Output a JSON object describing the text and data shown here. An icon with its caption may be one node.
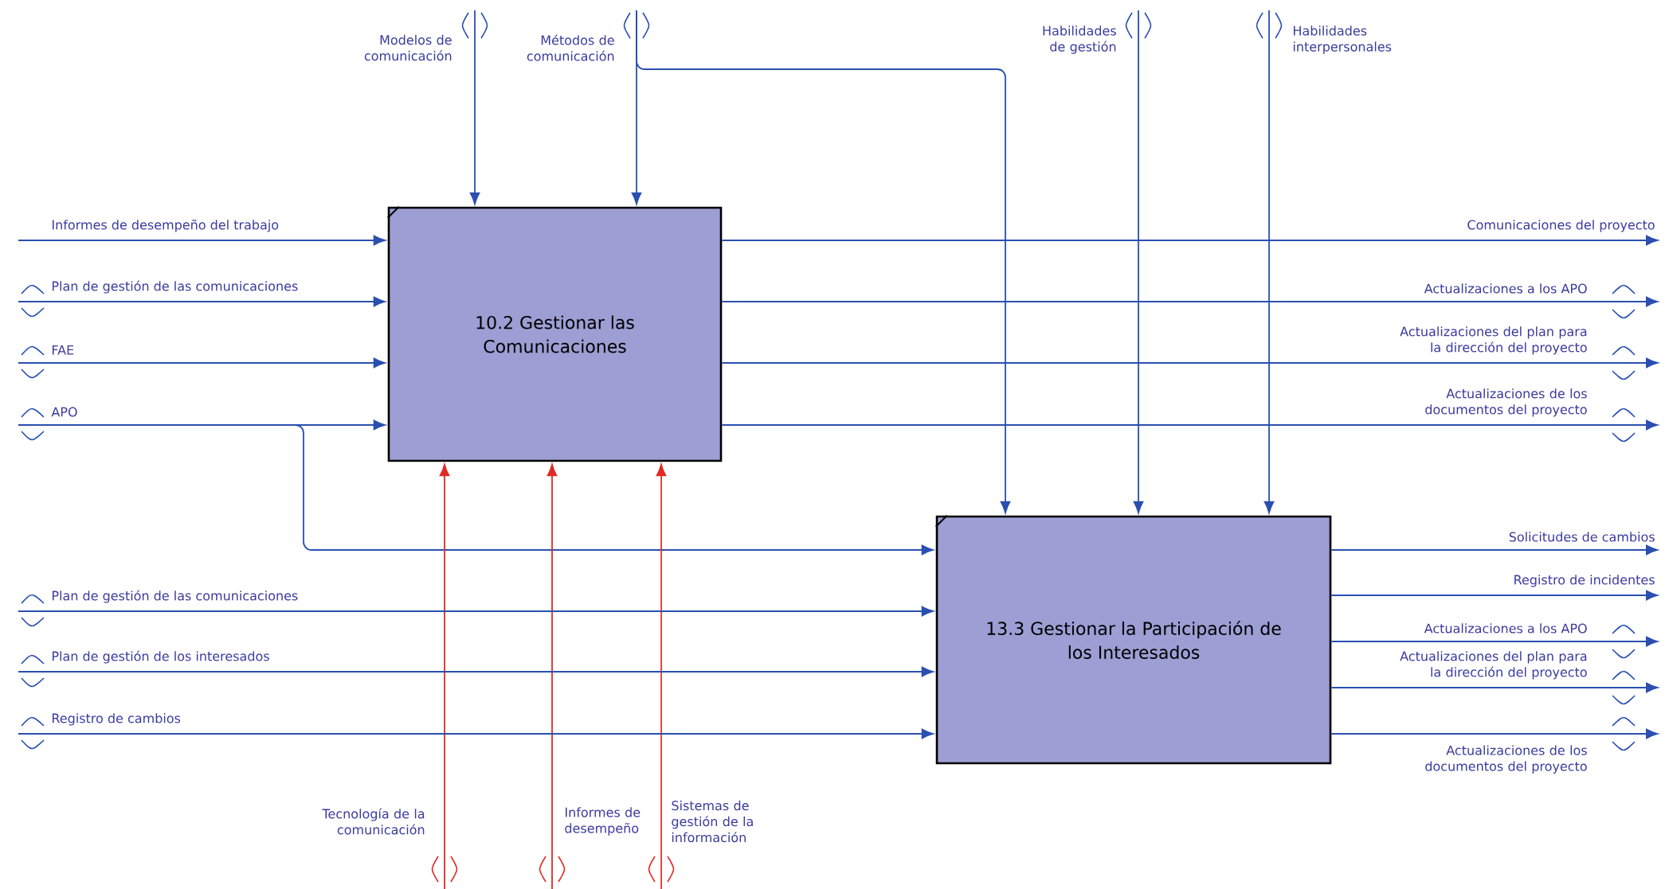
{
  "diagram": {
    "nodes": [
      {
        "text": [
          "10.2 Gestionar las Comunicaciones"
        ]
      },
      {
        "text": [
          "13.3 Gestionar la Participación de los Interesados"
        ]
      }
    ],
    "edges": [
      {
        "from": null,
        "to": 0,
        "arrow": "to",
        "label": "Informes de desempeño del trabajo"
      },
      {
        "from": null,
        "to": 0,
        "arrow": "to",
        "label": "Plan de gestión de las comunicaciones"
      },
      {
        "from": null,
        "to": 0,
        "arrow": "to",
        "label": "FAE"
      },
      {
        "from": null,
        "to": 0,
        "arrow": "to",
        "label": "APO"
      },
      {
        "from": null,
        "to": 1,
        "arrow": "to"
      },
      {
        "from": null,
        "to": 0,
        "arrow": "to",
        "label": "Modelos de comunicación"
      },
      {
        "from": null,
        "to": 0,
        "arrow": "to",
        "label": "Métodos de comunicación"
      },
      {
        "from": null,
        "to": 1,
        "arrow": "to"
      },
      {
        "from": null,
        "to": 1,
        "arrow": "to",
        "label": "Habilidades de gestión"
      },
      {
        "from": null,
        "to": 1,
        "arrow": "to",
        "label": "Habilidades interpersonales"
      },
      {
        "from": null,
        "to": 0,
        "arrow": "to",
        "label": "Tecnología de la comunicación",
        "color": "#e02a24"
      },
      {
        "from": null,
        "to": 0,
        "arrow": "to",
        "label": "Informes de desempeño",
        "color": "#e02a24"
      },
      {
        "from": null,
        "to": 0,
        "arrow": "to",
        "label": "Sistemas de gestión de la información",
        "color": "#e02a24"
      },
      {
        "from": 0,
        "to": null,
        "arrow": "to",
        "label": "Comunicaciones del proyecto"
      },
      {
        "from": 0,
        "to": null,
        "arrow": "to",
        "label": "Actualizaciones a los APO"
      },
      {
        "from": 0,
        "to": null,
        "arrow": "to",
        "label": "Actualizaciones del plan para la dirección del proyecto"
      },
      {
        "from": 0,
        "to": null,
        "arrow": "to",
        "label": "Actualizaciones de los documentos del proyecto"
      },
      {
        "from": null,
        "to": 1,
        "arrow": "to",
        "label": "Plan de gestión de las comunicaciones"
      },
      {
        "from": null,
        "to": 1,
        "arrow": "to",
        "label": "Plan de gestión de los interesados"
      },
      {
        "from": null,
        "to": 1,
        "arrow": "to",
        "label": "Registro de cambios"
      },
      {
        "from": 1,
        "to": null,
        "arrow": "to",
        "label": "Solicitudes de cambios"
      },
      {
        "from": 1,
        "to": null,
        "arrow": "to",
        "label": "Registro de incidentes"
      },
      {
        "from": 1,
        "to": null,
        "arrow": "to",
        "label": "Actualizaciones a los APO"
      },
      {
        "from": 1,
        "to": null,
        "arrow": "to",
        "label": "Actualizaciones del plan para la dirección del proyecto"
      },
      {
        "from": 1,
        "to": null,
        "arrow": "to",
        "label": "Actualizaciones de los documentos del proyecto"
      }
    ]
  }
}
